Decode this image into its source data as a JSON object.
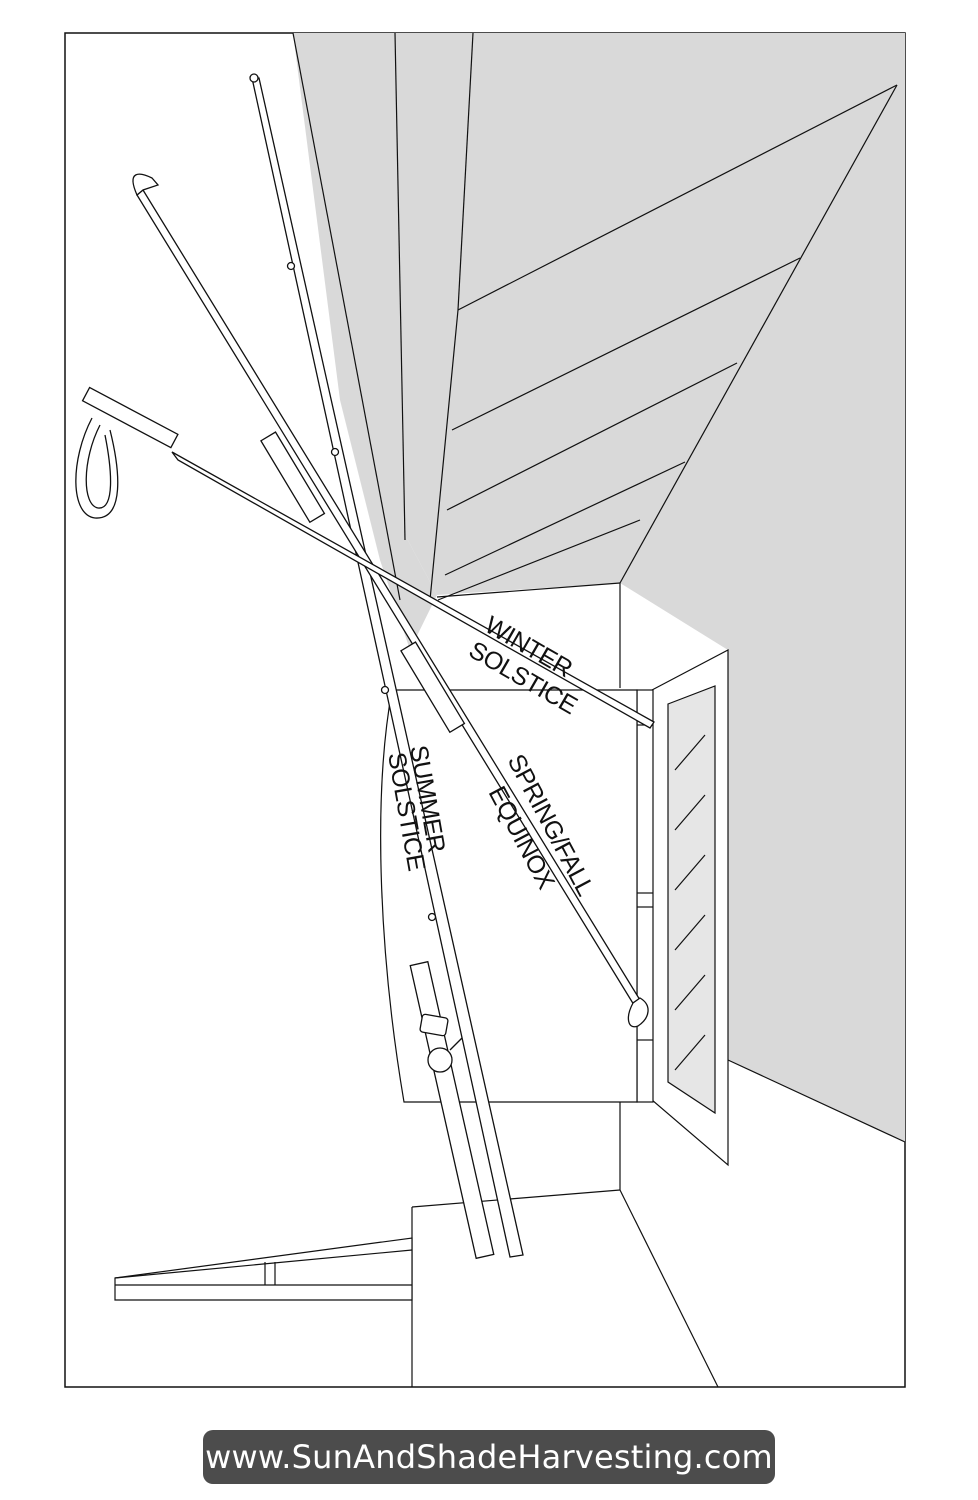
{
  "labels": {
    "winter": [
      "WINTER",
      "SOLSTICE"
    ],
    "summer": [
      "SUMMER",
      "SOLSTICE"
    ],
    "equinox": [
      "SPRING/FALL",
      "EQUINOX"
    ]
  },
  "footer": {
    "website": "www.SunAndShadeHarvesting.com"
  },
  "colors": {
    "wall_shade": "#d9d9d9",
    "line": "#111111",
    "background": "#ffffff",
    "footer_bg": "#4c4c4c",
    "footer_text": "#ffffff"
  }
}
